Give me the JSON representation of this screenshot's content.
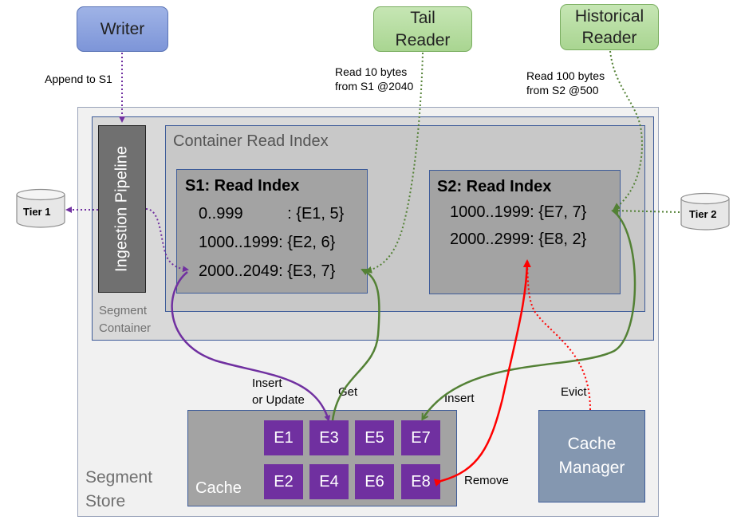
{
  "actors": {
    "writer": "Writer",
    "tail_reader_line1": "Tail",
    "tail_reader_line2": "Reader",
    "historical_reader_line1": "Historical",
    "historical_reader_line2": "Reader"
  },
  "labels": {
    "append": "Append to S1",
    "tail_read_line1": "Read 10 bytes",
    "tail_read_line2": "from S1 @2040",
    "hist_read_line1": "Read 100 bytes",
    "hist_read_line2": "from S2 @500",
    "insert_update_line1": "Insert",
    "insert_update_line2": "or Update",
    "get": "Get",
    "insert": "Insert",
    "evict": "Evict",
    "remove": "Remove"
  },
  "tiers": {
    "tier1": "Tier 1",
    "tier2": "Tier 2"
  },
  "segment_store": {
    "line1": "Segment",
    "line2": "Store"
  },
  "segment_container": {
    "line1": "Segment",
    "line2": "Container"
  },
  "ingestion_pipeline": "Ingestion Pipeline",
  "container_read_index": "Container Read Index",
  "s1_index": {
    "title": "S1: Read Index",
    "entries": [
      "0..999          : {E1, 5}",
      "1000..1999: {E2, 6}",
      "2000..2049: {E3, 7}"
    ]
  },
  "s2_index": {
    "title": "S2: Read Index",
    "entries": [
      "1000..1999: {E7, 7}",
      "2000..2999: {E8, 2}"
    ]
  },
  "cache": {
    "label": "Cache",
    "row1": [
      "E1",
      "E3",
      "E5",
      "E7"
    ],
    "row2": [
      "E2",
      "E4",
      "E6",
      "E8"
    ]
  },
  "cache_manager": {
    "line1": "Cache",
    "line2": "Manager"
  },
  "colors": {
    "purple": "#7030a0",
    "green": "#538135",
    "red": "#ff0000",
    "blue_border": "#2f4e8a"
  }
}
